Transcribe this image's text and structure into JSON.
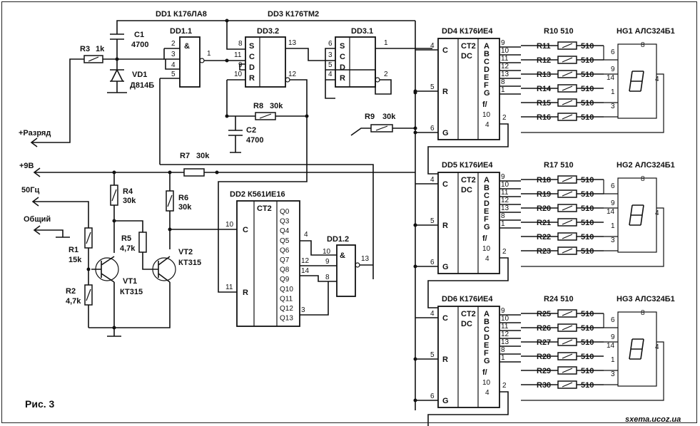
{
  "figure_label": "Рис. 3",
  "watermark": "sxema.ucoz.ua",
  "titles": {
    "dd1": "DD1 К176ЛА8",
    "dd3": "DD3 К176ТМ2",
    "dd4": "DD4 К176ИЕ4",
    "dd5": "DD5 К176ИЕ4",
    "dd6": "DD6 К176ИЕ4",
    "dd2": "DD2 К561ИЕ16",
    "hg1": "HG1 АЛС324Б1",
    "hg2": "HG2 АЛС324Б1",
    "hg3": "HG3 АЛС324Б1",
    "r10": "R10 510",
    "r17": "R17 510",
    "r24": "R24 510"
  },
  "gates": {
    "dd1_1": "DD1.1",
    "dd1_2": "DD1.2",
    "and_symbol": "&",
    "dd3_2": "DD3.2",
    "dd3_1": "DD3.1",
    "trig_pins": [
      "S",
      "C",
      "D",
      "R"
    ]
  },
  "pins": {
    "dd1_1_in": [
      "2",
      "3",
      "4",
      "5"
    ],
    "dd1_1_out": "1",
    "dd3_2_left": [
      "8",
      "11",
      "9",
      "10"
    ],
    "dd3_2_right": [
      "13",
      "12"
    ],
    "dd3_1_left": [
      "6",
      "3",
      "5",
      "4"
    ],
    "dd3_1_right": [
      "1",
      "2"
    ],
    "dd1_2_in": [
      "10",
      "9",
      "8"
    ],
    "dd1_2_out": "13",
    "dd2_in": [
      "10",
      "11"
    ],
    "dd2_out_pins": [
      "4",
      "12",
      "14",
      "3"
    ],
    "dd1_2_extra": [
      "12",
      "14",
      "11"
    ]
  },
  "counter": {
    "ct2": "CT2",
    "dc": "DC",
    "inputs": [
      "C",
      "R",
      "G"
    ],
    "input_pins": [
      "4",
      "5",
      "6"
    ],
    "segments": [
      "A",
      "B",
      "C",
      "D",
      "E",
      "F",
      "G"
    ],
    "f_label": "f/",
    "f_num": "10",
    "f_pin": "4",
    "out_pins": [
      "9",
      "10",
      "11",
      "12",
      "13",
      "8",
      "1"
    ],
    "carry_pin": "2"
  },
  "dd2": {
    "ct2": "CT2",
    "c": "C",
    "r": "R",
    "outputs": [
      "Q0",
      "Q3",
      "Q4",
      "Q5",
      "Q6",
      "Q7",
      "Q8",
      "Q9",
      "Q10",
      "Q11",
      "Q12",
      "Q13"
    ]
  },
  "resistors_bank1": [
    "R11",
    "R12",
    "R13",
    "R14",
    "R15",
    "R16"
  ],
  "resistors_bank2": [
    "R18",
    "R19",
    "R20",
    "R21",
    "R22",
    "R23"
  ],
  "resistors_bank3": [
    "R25",
    "R26",
    "R27",
    "R28",
    "R29",
    "R30"
  ],
  "res_value": "510",
  "display_pins": [
    "8",
    "6",
    "9",
    "14",
    "4",
    "1",
    "3"
  ],
  "components": {
    "r3": "R3",
    "r3v": "1k",
    "c1": "C1",
    "c1v": "4700",
    "vd1": "VD1",
    "vd1v": "Д814Б",
    "r8": "R8",
    "r8v": "30k",
    "c2": "C2",
    "c2v": "4700",
    "r9": "R9",
    "r9v": "30k",
    "r7": "R7",
    "r7v": "30k",
    "r4": "R4",
    "r4v": "30k",
    "r6": "R6",
    "r6v": "30k",
    "r5": "R5",
    "r5v": "4,7k",
    "r1": "R1",
    "r1v": "15k",
    "r2": "R2",
    "r2v": "4,7k",
    "vt1": "VT1",
    "vt1v": "КТ315",
    "vt2": "VT2",
    "vt2v": "КТ315"
  },
  "terminals": {
    "razryad": "+Разряд",
    "v9": "+9В",
    "hz50": "50Гц",
    "common": "Общий"
  }
}
